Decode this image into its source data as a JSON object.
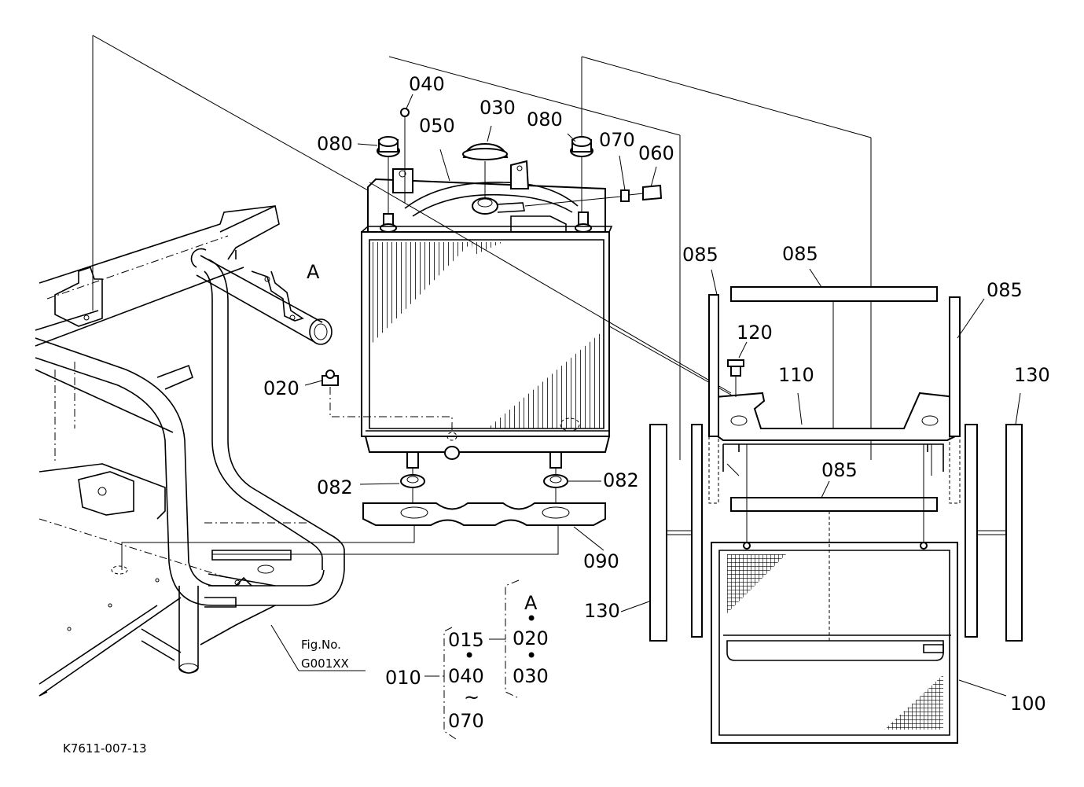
{
  "diagram": {
    "drawing_code": "K7611-007-13",
    "fig_ref": {
      "line1": "Fig.No.",
      "line2": "G001XX"
    },
    "parts": {
      "p010": "010",
      "p015": "015",
      "p020": "020",
      "p020_main": "020",
      "p030": "030",
      "p030_main": "030",
      "p040": "040",
      "p040_main": "040",
      "p050": "050",
      "p060": "060",
      "p070": "070",
      "p070_main": "070",
      "p080_left": "080",
      "p080_right": "080",
      "p082_left": "082",
      "p082_right": "082",
      "p085_top_left": "085",
      "p085_top_mid": "085",
      "p085_right": "085",
      "p085_center": "085",
      "p090": "090",
      "p100": "100",
      "p110": "110",
      "p120": "120",
      "p130_right": "130",
      "p130_left": "130"
    },
    "callout_A": "A",
    "callout_A_group": "A",
    "legend_dot1": "•",
    "legend_dot2": "•",
    "legend_dot3": "•",
    "legend_tilde": "~"
  }
}
